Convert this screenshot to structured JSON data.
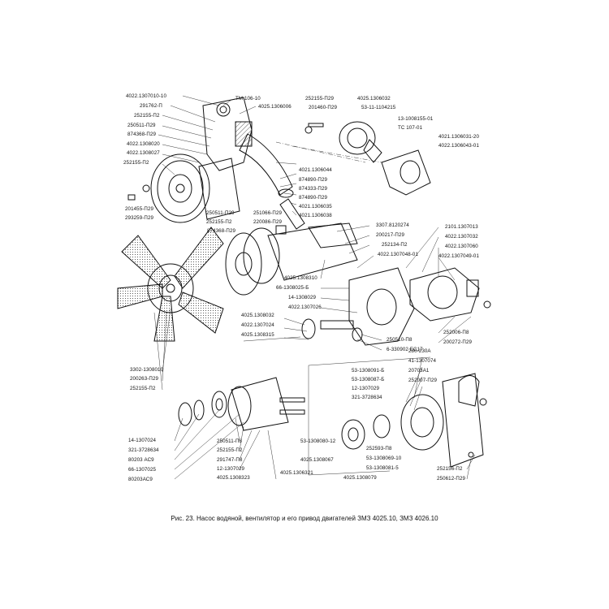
{
  "caption": "Рис. 23. Насос водяной, вентилятор и его привод двигателей ЗМЗ 4025.10, ЗМЗ 4026.10",
  "labels": [
    "4022.1307010-10",
    "291762-П",
    "252155-П2",
    "250511-П29",
    "874368-П29",
    "4022.1308020",
    "4022.1308027",
    "252155-П2",
    "201455-П29",
    "293259-П29",
    "ТМ 106-10",
    "4025.1306006",
    "252155-П29",
    "201460-П29",
    "4025.1306032",
    "53-11-1104215",
    "13-1008155-01",
    "ТС 107-01",
    "4021.1306031-20",
    "4022.1306043-01",
    "4021.1306044",
    "874890-П29",
    "874333-П29",
    "874890-П29",
    "4021.1306035",
    "4021.1306038",
    "250511-П29",
    "252155-П2",
    "251066-П29",
    "220086-П29",
    "874368-П29",
    "3307.8120274",
    "200217-П29",
    "252134-П2",
    "4022.1307048-01",
    "2101.1307013",
    "4022.1307032",
    "4022.1307060",
    "4022.1307049-01",
    "4025.1308310",
    "66-1308025-Б",
    "14-1308029",
    "4022.1307026",
    "4025.1308032",
    "4022.1307024",
    "4025.1308315",
    "252006-П8",
    "200272-П29",
    "250510-П8",
    "6-330902 ЕС17",
    "280-230А",
    "41-1307074",
    "20703А1",
    "252007-П29",
    "53-1308091-Б",
    "53-1308087-Б",
    "12-1307029",
    "321-3728634",
    "3302-1308010",
    "200263-П29",
    "252155-П2",
    "14-1307024",
    "321-3728634",
    "80203 АС9",
    "66-1307025",
    "80203АС9",
    "250511-П8",
    "252155-П2",
    "291747-П8",
    "12-1307029",
    "4025.1308323",
    "4025.1306321",
    "53-1308080-12",
    "4025.1308067",
    "252593-П8",
    "53-1308069-10",
    "53-1308081-5",
    "4025.1308079",
    "252156-П2",
    "250612-П29"
  ]
}
